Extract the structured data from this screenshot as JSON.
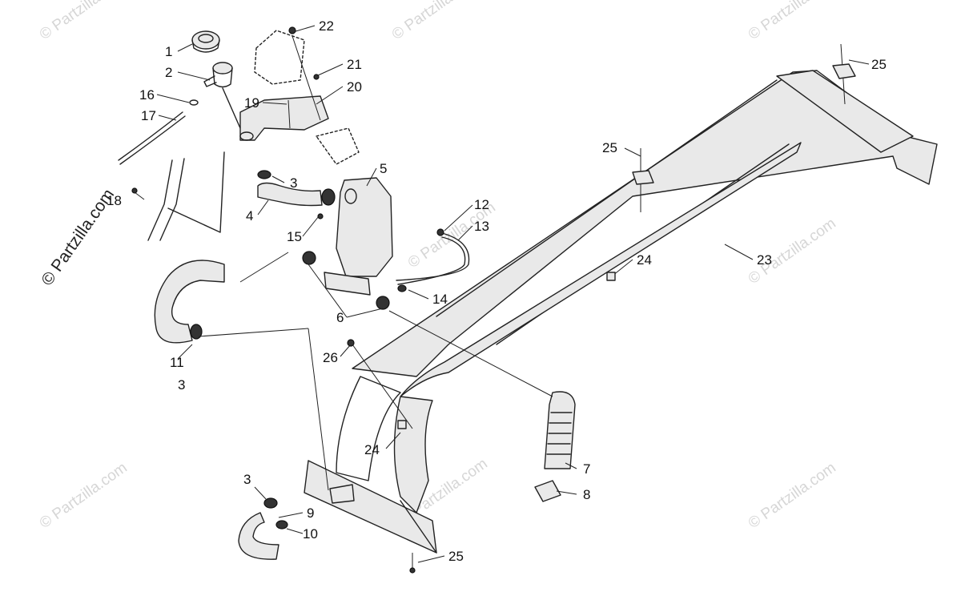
{
  "watermark": "© Partzilla.com",
  "callouts": [
    "1",
    "2",
    "3",
    "4",
    "5",
    "6",
    "7",
    "8",
    "9",
    "10",
    "11",
    "12",
    "13",
    "14",
    "15",
    "16",
    "17",
    "18",
    "19",
    "20",
    "21",
    "22",
    "23",
    "24",
    "25",
    "26"
  ]
}
